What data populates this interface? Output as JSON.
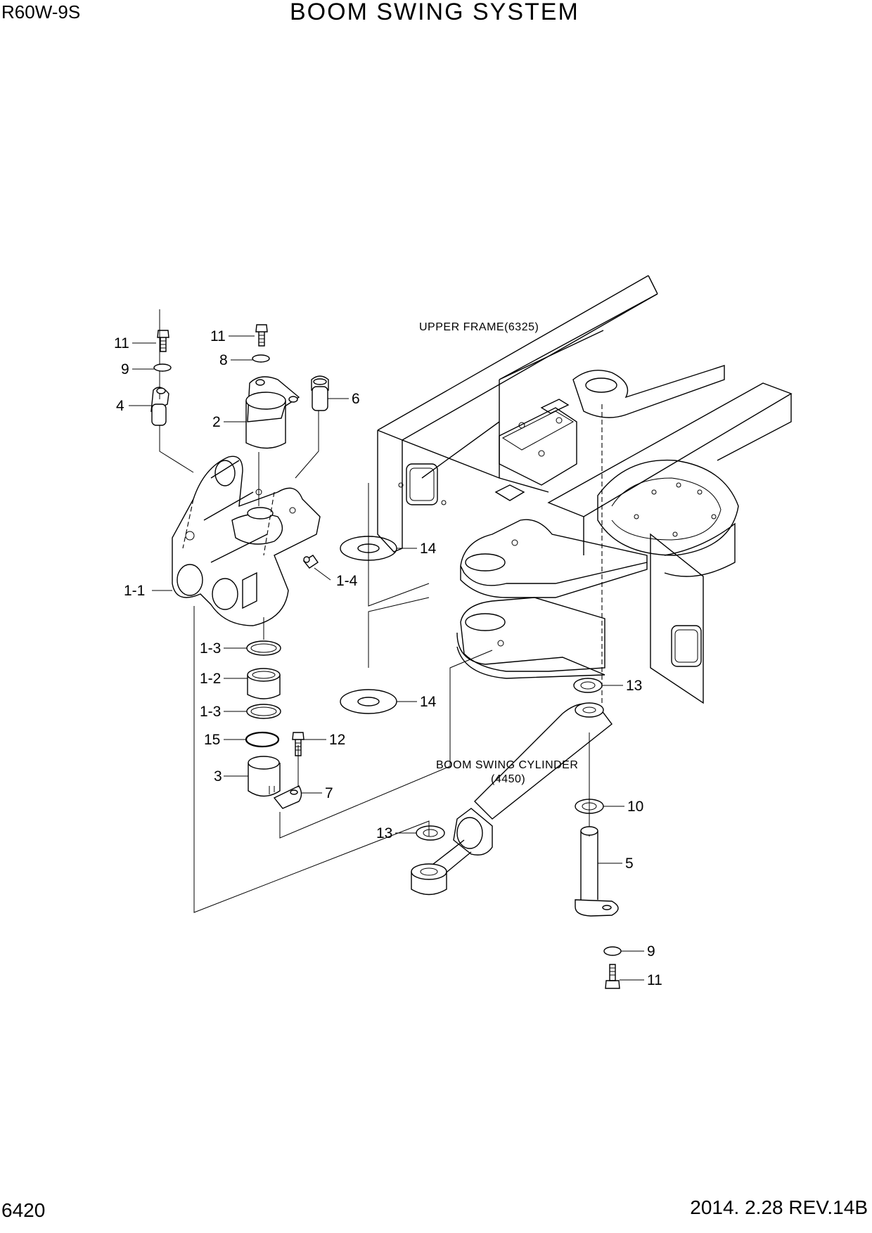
{
  "header": {
    "model": "R60W-9S",
    "title": "BOOM SWING SYSTEM"
  },
  "footer": {
    "page_number": "6420",
    "revision": "2014. 2.28  REV.14B"
  },
  "diagram": {
    "references": {
      "upper_frame": "UPPER FRAME(6325)",
      "cylinder_name": "BOOM SWING CYLINDER",
      "cylinder_code": "(4450)"
    },
    "callouts": {
      "bolt_a": "11",
      "washer_a": "9",
      "pin_a": "4",
      "bolt_b": "11",
      "washer_b": "8",
      "pin_b": "2",
      "pin_c": "6",
      "bracket": "1-1",
      "grease_nipple": "1-4",
      "shim_upper": "14",
      "shim_lower": "14",
      "seal_upper": "1-3",
      "bushing": "1-2",
      "seal_lower": "1-3",
      "oring": "15",
      "pin_d": "3",
      "bolt_c": "12",
      "plate": "7",
      "washer_cyl_top": "13",
      "washer_cyl_bottom": "13",
      "washer_c": "10",
      "pin_e": "5",
      "washer_d": "9",
      "bolt_d": "11"
    }
  }
}
